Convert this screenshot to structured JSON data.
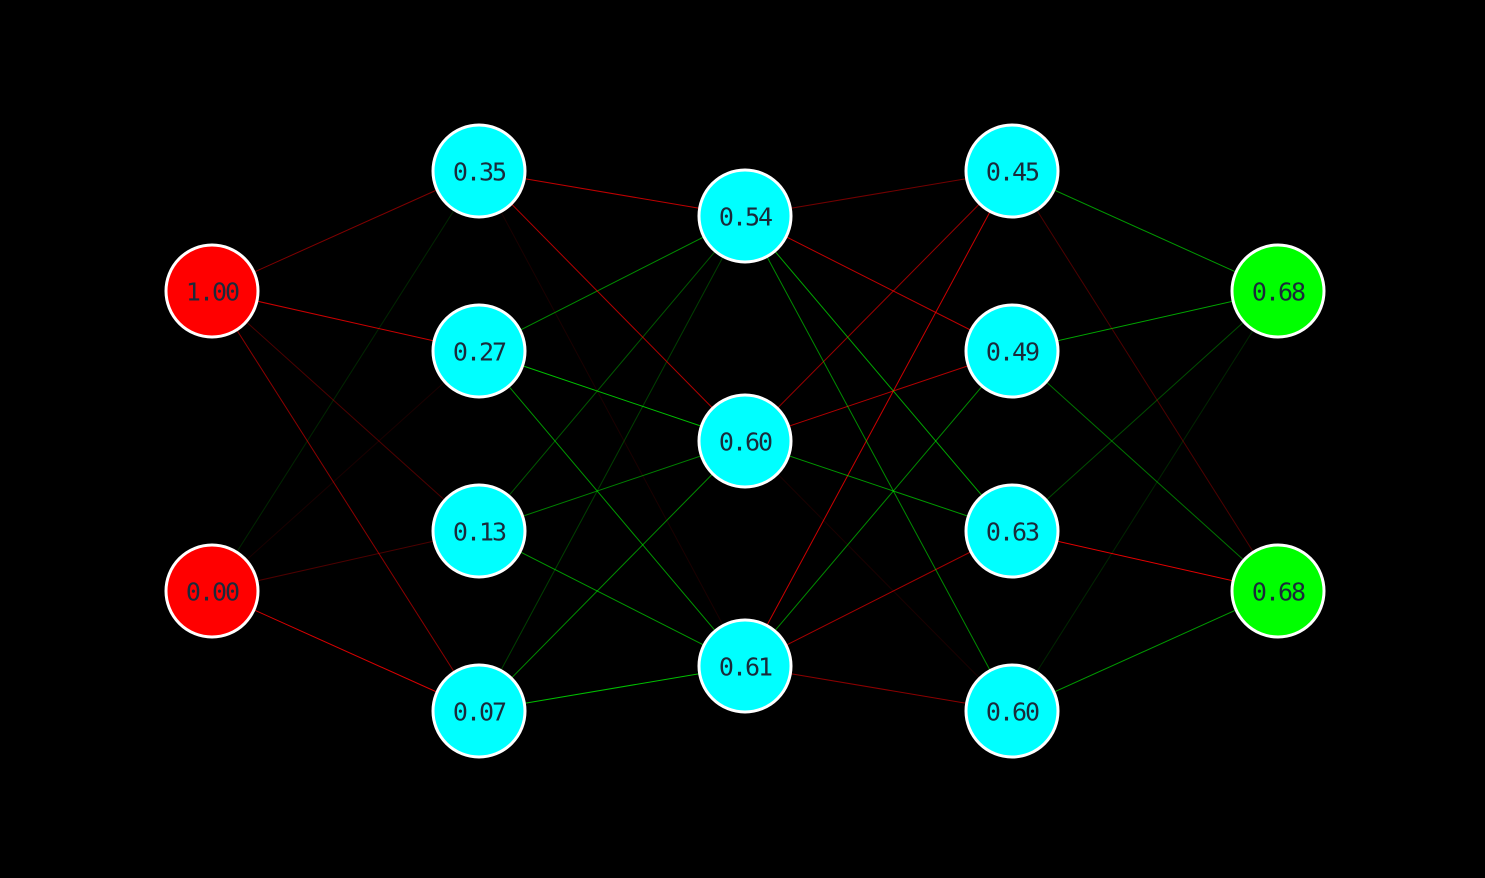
{
  "colors": {
    "background": "#000000",
    "input_node": "#ff0000",
    "hidden_node": "#00ffff",
    "output_node": "#00ff00",
    "node_border": "#ffffff",
    "label_text": "#1a2a3a",
    "positive_edge": "#00ff00",
    "negative_edge": "#ff0000"
  },
  "network": {
    "layers": [
      {
        "name": "input",
        "nodes": [
          {
            "value": "1.00"
          },
          {
            "value": "0.00"
          }
        ]
      },
      {
        "name": "hidden-1",
        "nodes": [
          {
            "value": "0.35"
          },
          {
            "value": "0.27"
          },
          {
            "value": "0.13"
          },
          {
            "value": "0.07"
          }
        ]
      },
      {
        "name": "hidden-2",
        "nodes": [
          {
            "value": "0.54"
          },
          {
            "value": "0.60"
          },
          {
            "value": "0.61"
          }
        ]
      },
      {
        "name": "hidden-3",
        "nodes": [
          {
            "value": "0.45"
          },
          {
            "value": "0.49"
          },
          {
            "value": "0.63"
          },
          {
            "value": "0.60"
          }
        ]
      },
      {
        "name": "output",
        "nodes": [
          {
            "value": "0.68"
          },
          {
            "value": "0.68"
          }
        ]
      }
    ],
    "edges": [
      [
        [
          {
            "sign": "-",
            "strength": 0.5
          },
          {
            "sign": "+",
            "strength": 0.15
          }
        ],
        [
          {
            "sign": "-",
            "strength": 0.8
          },
          {
            "sign": "-",
            "strength": 0.1
          }
        ],
        [
          {
            "sign": "-",
            "strength": 0.3
          },
          {
            "sign": "-",
            "strength": 0.3
          }
        ],
        [
          {
            "sign": "-",
            "strength": 0.55
          },
          {
            "sign": "-",
            "strength": 0.85
          }
        ]
      ],
      [
        [
          {
            "sign": "-",
            "strength": 0.75
          },
          {
            "sign": "+",
            "strength": 0.55
          },
          {
            "sign": "+",
            "strength": 0.35
          },
          {
            "sign": "+",
            "strength": 0.25
          }
        ],
        [
          {
            "sign": "-",
            "strength": 0.7
          },
          {
            "sign": "+",
            "strength": 0.75
          },
          {
            "sign": "+",
            "strength": 0.5
          },
          {
            "sign": "+",
            "strength": 0.55
          }
        ],
        [
          {
            "sign": "-",
            "strength": 0.1
          },
          {
            "sign": "+",
            "strength": 0.6
          },
          {
            "sign": "+",
            "strength": 0.6
          },
          {
            "sign": "+",
            "strength": 0.75
          }
        ]
      ],
      [
        [
          {
            "sign": "-",
            "strength": 0.45
          },
          {
            "sign": "-",
            "strength": 0.6
          },
          {
            "sign": "-",
            "strength": 0.8
          }
        ],
        [
          {
            "sign": "-",
            "strength": 0.75
          },
          {
            "sign": "-",
            "strength": 0.7
          },
          {
            "sign": "+",
            "strength": 0.55
          }
        ],
        [
          {
            "sign": "+",
            "strength": 0.65
          },
          {
            "sign": "+",
            "strength": 0.6
          },
          {
            "sign": "-",
            "strength": 0.65
          }
        ],
        [
          {
            "sign": "+",
            "strength": 0.55
          },
          {
            "sign": "-",
            "strength": 0.1
          },
          {
            "sign": "-",
            "strength": 0.55
          }
        ]
      ],
      [
        [
          {
            "sign": "+",
            "strength": 0.6
          },
          {
            "sign": "+",
            "strength": 0.65
          },
          {
            "sign": "+",
            "strength": 0.3
          },
          {
            "sign": "+",
            "strength": 0.15
          }
        ],
        [
          {
            "sign": "-",
            "strength": 0.3
          },
          {
            "sign": "+",
            "strength": 0.45
          },
          {
            "sign": "-",
            "strength": 0.9
          },
          {
            "sign": "+",
            "strength": 0.6
          }
        ]
      ]
    ]
  }
}
